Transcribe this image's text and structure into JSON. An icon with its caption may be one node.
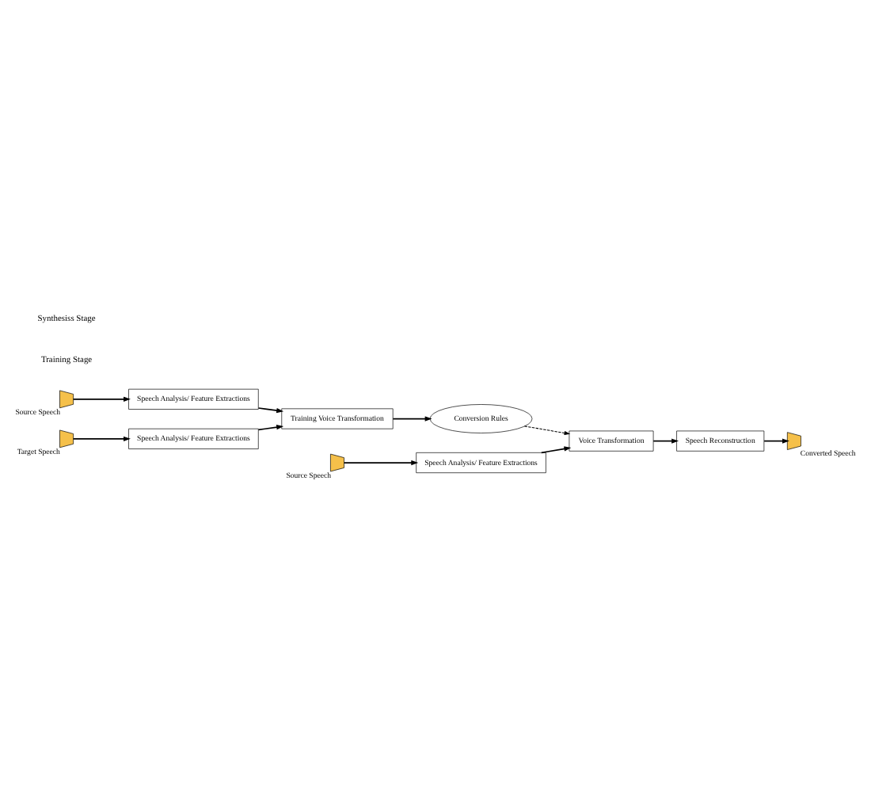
{
  "diagram": {
    "nodes": [
      {
        "text": [],
        "shape": "speaker",
        "beside": [
          "Source Speech"
        ]
      },
      {
        "text": [
          "Speech Analysis/ Feature Extractions"
        ]
      },
      {
        "text": [],
        "shape": "speaker",
        "beside": [
          "Target Speech"
        ]
      },
      {
        "text": [
          "Speech Analysis/ Feature Extractions"
        ]
      },
      {
        "text": [
          "Training Voice Transformation"
        ]
      },
      {
        "text": [
          "Conversion Rules"
        ]
      },
      {
        "text": [],
        "shape": "speaker",
        "beside": [
          "Source Speech"
        ]
      },
      {
        "text": [
          "Speech Analysis/ Feature Extractions"
        ]
      },
      {
        "text": [
          "Voice Transformation"
        ]
      },
      {
        "text": [
          "Speech Reconstruction"
        ]
      },
      {
        "text": [],
        "shape": "speaker",
        "beside": [
          "Converted Speech"
        ]
      }
    ],
    "edges": [
      {
        "from": 0,
        "to": 1,
        "arrow": "to"
      },
      {
        "from": 2,
        "to": 3,
        "arrow": "to"
      },
      {
        "from": 1,
        "to": 4,
        "arrow": "to"
      },
      {
        "from": 3,
        "to": 4,
        "arrow": "to"
      },
      {
        "from": 4,
        "to": 5,
        "arrow": "to"
      },
      {
        "from": 5,
        "to": 8,
        "arrow": "to",
        "style": "dashed"
      },
      {
        "from": 6,
        "to": 7,
        "arrow": "to"
      },
      {
        "from": 7,
        "to": 8,
        "arrow": "to"
      },
      {
        "from": 8,
        "to": 9,
        "arrow": "to"
      },
      {
        "from": 9,
        "to": 10,
        "arrow": "to"
      }
    ],
    "labels": [
      "Training Stage",
      "Synthesiss Stage"
    ]
  }
}
